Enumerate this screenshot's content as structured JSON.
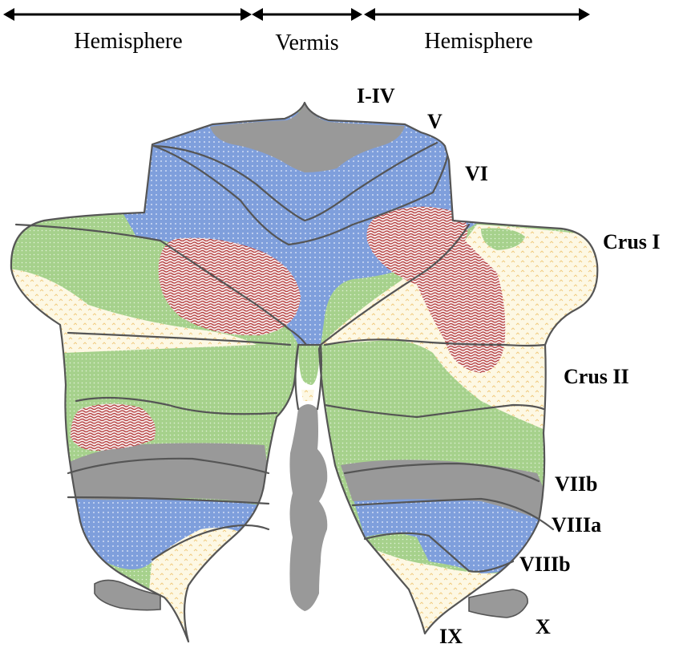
{
  "headers": {
    "left": "Hemisphere",
    "middle": "Vermis",
    "right": "Hemisphere"
  },
  "lobule_labels": {
    "i_iv": "I-IV",
    "v": "V",
    "vi": "VI",
    "crus_i": "Crus I",
    "crus_ii": "Crus II",
    "viib": "VIIb",
    "viiia": "VIIIa",
    "viiib": "VIIIb",
    "ix": "IX",
    "x": "X"
  },
  "colors": {
    "outline": "#555555",
    "gray": "#999999",
    "blue": "#7f9fdc",
    "green": "#a6d18c",
    "red": "#bf4d4d",
    "yellow": "#fdf6dc"
  }
}
